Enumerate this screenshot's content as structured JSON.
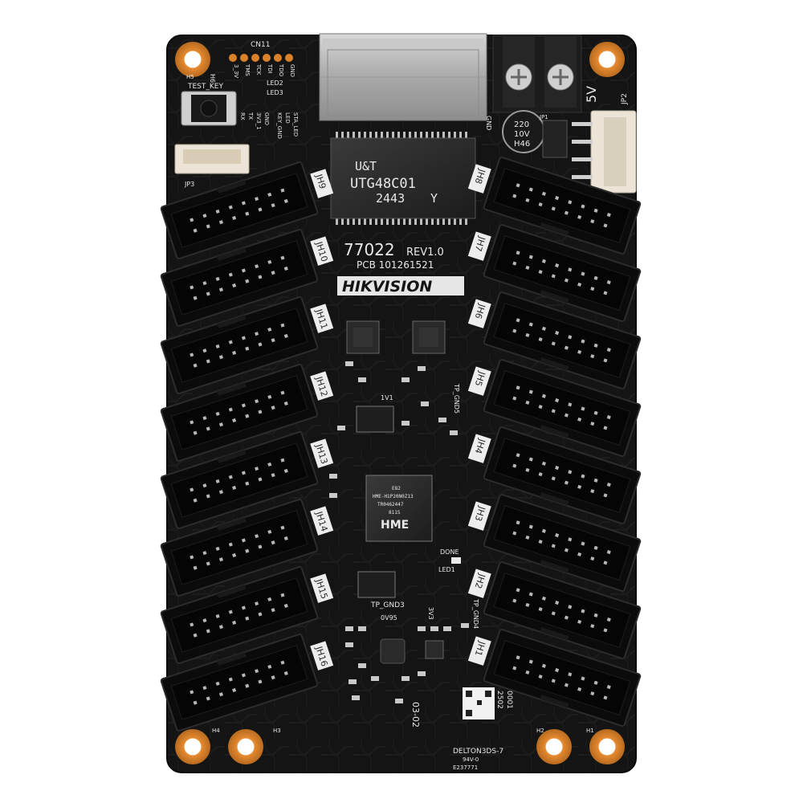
{
  "board": {
    "brand": "HIKVISION",
    "model": "77022",
    "revision": "REV1.0",
    "pcb_number": "PCB 101261521",
    "bottom_code": "03-02",
    "cert_line1": "DELTON3DS-7",
    "cert_line2": "94V-0",
    "cert_line3": "E237771",
    "date_code_a": "2502",
    "date_code_b": "0001",
    "voltage_label": "5V",
    "colors": {
      "pcb": "#141414",
      "silkscreen": "#e8e8e8",
      "copper_pad": "#d9822b",
      "header_black": "#0b0b0b",
      "ethernet_metal": "#b8b8b8",
      "connector_cream": "#ece4d6"
    }
  },
  "chips": {
    "main_ic": {
      "line1": "U&T",
      "line2": "UTG48C01",
      "line3": "2443",
      "line4": "Y"
    },
    "fpga": {
      "logo": "HME",
      "line1": "HME-H1P20N0Z13",
      "line2": "TR0462447",
      "line3": "8115",
      "line4": "E82"
    }
  },
  "labels": {
    "cn11": "CN11",
    "test_key": "TEST_KEY",
    "h6": "H6",
    "h5": "H5",
    "h4": "H4",
    "h3": "H3",
    "h2": "H2",
    "h1": "H1",
    "jp2": "JP2",
    "jp3": "JP3",
    "jp1": "JP1",
    "led2": "LED2",
    "led3": "LED3",
    "led1": "LED1",
    "gnd": "GND",
    "cap": {
      "a": "220",
      "b": "10V",
      "c": "H46"
    },
    "tp_gnd3": "TP_GND3",
    "tp_gnd4": "TP_GND4",
    "tp_gnd5": "TP_GND5",
    "done": "DONE",
    "v5": "0V95",
    "v33": "3V3",
    "v1": "1V1",
    "pin_labels": [
      "3_3V",
      "TMS",
      "TCK",
      "TDI",
      "TDO",
      "GND"
    ],
    "uart_labels": [
      "RX",
      "TX",
      "3V3_1",
      "GND"
    ],
    "key_labels": [
      "KEY_GND",
      "LED",
      "STA_LED"
    ]
  },
  "connectors": {
    "left": [
      "JH9",
      "JH10",
      "JH11",
      "JH12",
      "JH13",
      "JH14",
      "JH15",
      "JH16"
    ],
    "right": [
      "JH8",
      "JH7",
      "JH6",
      "JH5",
      "JH4",
      "JH3",
      "JH2",
      "JH1"
    ]
  }
}
